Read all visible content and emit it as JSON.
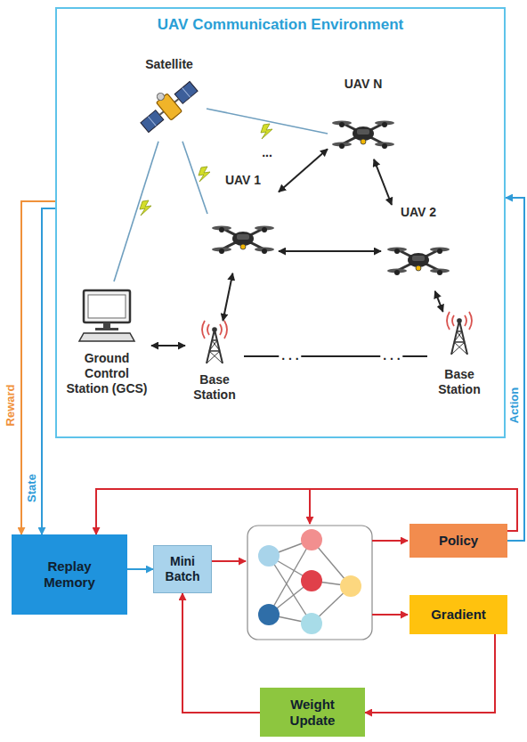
{
  "diagram": {
    "nodes": [
      {
        "text": [
          "UAV Communication Environment"
        ]
      },
      {
        "text": [
          "Satellite"
        ],
        "in": 0
      },
      {
        "text": [
          "UAV N"
        ],
        "in": 0
      },
      {
        "text": [
          "UAV 1"
        ],
        "in": 0
      },
      {
        "text": [
          "UAV 2"
        ],
        "in": 0
      },
      {
        "text": [
          "Ground Control Station (GCS)"
        ],
        "in": 0
      },
      {
        "text": [
          "Base Station"
        ],
        "in": 0
      },
      {
        "text": [
          "Base Station"
        ],
        "in": 0
      },
      {
        "text": [
          "Replay Memory"
        ]
      },
      {
        "text": [
          "Mini Batch"
        ]
      },
      {
        "text": [
          "Policy"
        ]
      },
      {
        "text": [
          "Gradient"
        ]
      },
      {
        "text": [
          "Weight Update"
        ]
      }
    ],
    "edges": [
      {
        "from": 1,
        "to": 5,
        "arrow": "none"
      },
      {
        "from": 1,
        "to": 3,
        "arrow": "none"
      },
      {
        "from": 1,
        "to": 2,
        "arrow": "none"
      },
      {
        "from": 2,
        "to": 3,
        "arrow": "both"
      },
      {
        "from": 2,
        "to": 4,
        "arrow": "both"
      },
      {
        "from": 3,
        "to": 4,
        "arrow": "both"
      },
      {
        "from": 3,
        "to": 6,
        "arrow": "both"
      },
      {
        "from": 5,
        "to": 6,
        "arrow": "both"
      },
      {
        "from": 6,
        "to": 7,
        "arrow": "none"
      },
      {
        "from": 4,
        "to": 7,
        "arrow": "both"
      },
      {
        "from": 0,
        "to": 8,
        "label": "Reward",
        "arrow": "to"
      },
      {
        "from": 0,
        "to": 8,
        "label": "State",
        "arrow": "to"
      },
      {
        "from": 10,
        "to": 0,
        "label": "Action",
        "arrow": "to"
      },
      {
        "from": 10,
        "to": 8,
        "arrow": "to"
      },
      {
        "from": 8,
        "to": 9,
        "arrow": "to"
      },
      {
        "from": 11,
        "to": 12,
        "arrow": "to"
      },
      {
        "from": 12,
        "to": 9,
        "arrow": "to"
      }
    ],
    "labels": [
      "...",
      ". . .",
      ". . ."
    ]
  }
}
